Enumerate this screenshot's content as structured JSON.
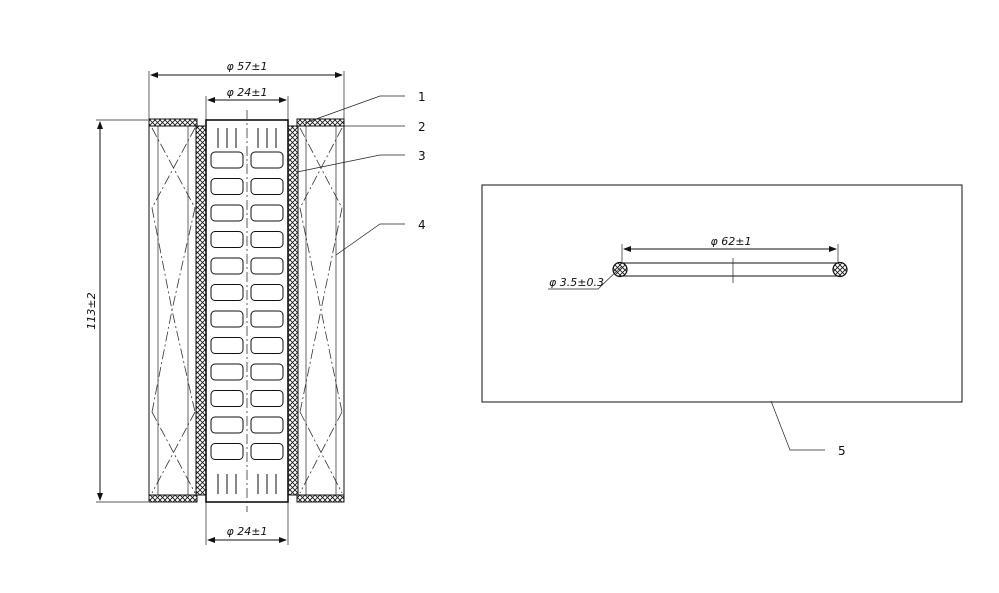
{
  "dimensions": {
    "outer_diameter": "φ 57±1",
    "inner_diameter_top": "φ 24±1",
    "inner_diameter_bottom": "φ 24±1",
    "height": "113±2",
    "gasket_diameter": "φ 62±1",
    "gasket_cord": "φ 3.5±0.3"
  },
  "callouts": [
    "1",
    "2",
    "3",
    "4",
    "5"
  ],
  "colors": {
    "ink": "#111111",
    "paper": "#ffffff"
  }
}
